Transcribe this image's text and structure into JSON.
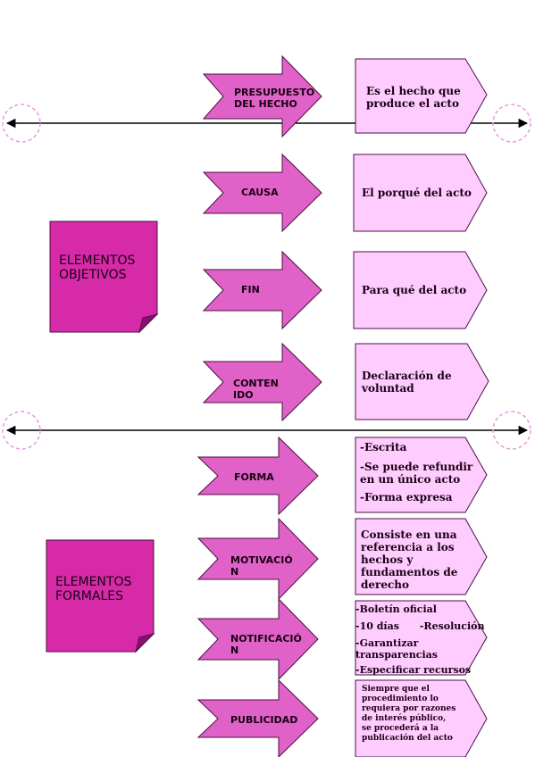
{
  "colors": {
    "arrow_fill": "#e062c8",
    "arrow_stroke": "#4a1040",
    "desc_fill": "#ffccff",
    "note_fill": "#d62aa8",
    "connector": "#e89ae0",
    "line": "#000000"
  },
  "objetivos": {
    "note_label": "ELEMENTOS OBJETIVOS",
    "items": [
      {
        "label": "PRESUPUESTO DEL HECHO",
        "desc": "Es el hecho que produce el acto"
      },
      {
        "label": "CAUSA",
        "desc": "El porqué del acto"
      },
      {
        "label": "FIN",
        "desc": "Para qué del acto"
      },
      {
        "label": "CONTENIDO",
        "desc": "Declaración de voluntad"
      }
    ]
  },
  "formales": {
    "note_label": "ELEMENTOS FORMALES",
    "items": [
      {
        "label": "FORMA",
        "desc_lines": [
          "-Escrita",
          "-Se puede refundir en un único acto",
          "-Forma expresa"
        ]
      },
      {
        "label": "MOTIVACIÓN",
        "desc": "Consiste en una referencia a los hechos y fundamentos de derecho"
      },
      {
        "label": "NOTIFICACIÓN",
        "desc_lines": [
          "-Boletín oficial",
          "-10 días      -Resolución",
          "-Garantizar transparencias",
          "-Especificar recursos"
        ]
      },
      {
        "label": "PUBLICIDAD",
        "desc": "Siempre que el procedimiento lo requiera por razones de interés público, se procederá a la publicación del acto"
      }
    ]
  }
}
